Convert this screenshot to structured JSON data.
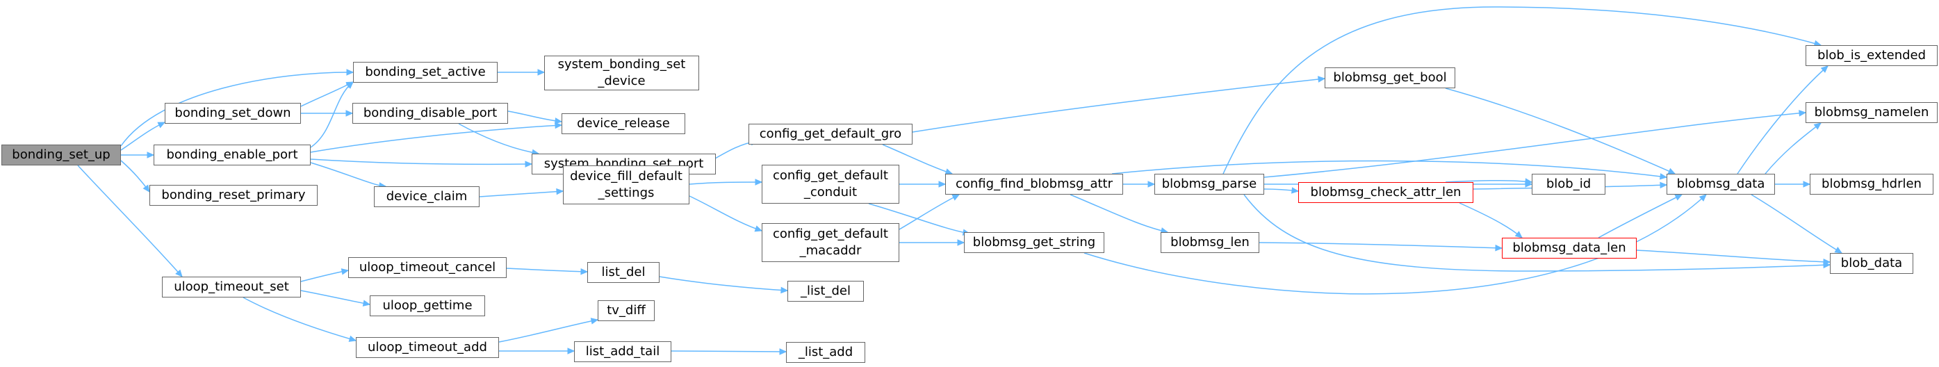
{
  "colors": {
    "edge": "#63b8ff",
    "node_border": "#666666",
    "root_fill": "#999999",
    "truncated_border": "#ff0000",
    "background": "#ffffff"
  },
  "nodes": {
    "bonding_set_up": "bonding_set_up",
    "bonding_set_down": "bonding_set_down",
    "bonding_enable_port": "bonding_enable_port",
    "bonding_reset_primary": "bonding_reset_primary",
    "uloop_timeout_set": "uloop_timeout_set",
    "bonding_set_active": "bonding_set_active",
    "system_bonding_set_device": "system_bonding_set\n_device",
    "bonding_disable_port": "bonding_disable_port",
    "device_release": "device_release",
    "system_bonding_set_port": "system_bonding_set_port",
    "device_claim": "device_claim",
    "device_fill_default_settings": "device_fill_default\n_settings",
    "uloop_timeout_cancel": "uloop_timeout_cancel",
    "uloop_gettime": "uloop_gettime",
    "uloop_timeout_add": "uloop_timeout_add",
    "list_del": "list_del",
    "_list_del": "_list_del",
    "tv_diff": "tv_diff",
    "list_add_tail": "list_add_tail",
    "_list_add": "_list_add",
    "config_get_default_gro": "config_get_default_gro",
    "config_get_default_conduit": "config_get_default\n_conduit",
    "config_get_default_macaddr": "config_get_default\n_macaddr",
    "config_find_blobmsg_attr": "config_find_blobmsg_attr",
    "blobmsg_get_string": "blobmsg_get_string",
    "blobmsg_get_bool": "blobmsg_get_bool",
    "blobmsg_parse": "blobmsg_parse",
    "blobmsg_len": "blobmsg_len",
    "blobmsg_check_attr_len": "blobmsg_check_attr_len",
    "blobmsg_data_len": "blobmsg_data_len",
    "blob_id": "blob_id",
    "blobmsg_data": "blobmsg_data",
    "blob_is_extended": "blob_is_extended",
    "blobmsg_namelen": "blobmsg_namelen",
    "blobmsg_hdrlen": "blobmsg_hdrlen",
    "blob_data": "blob_data"
  }
}
